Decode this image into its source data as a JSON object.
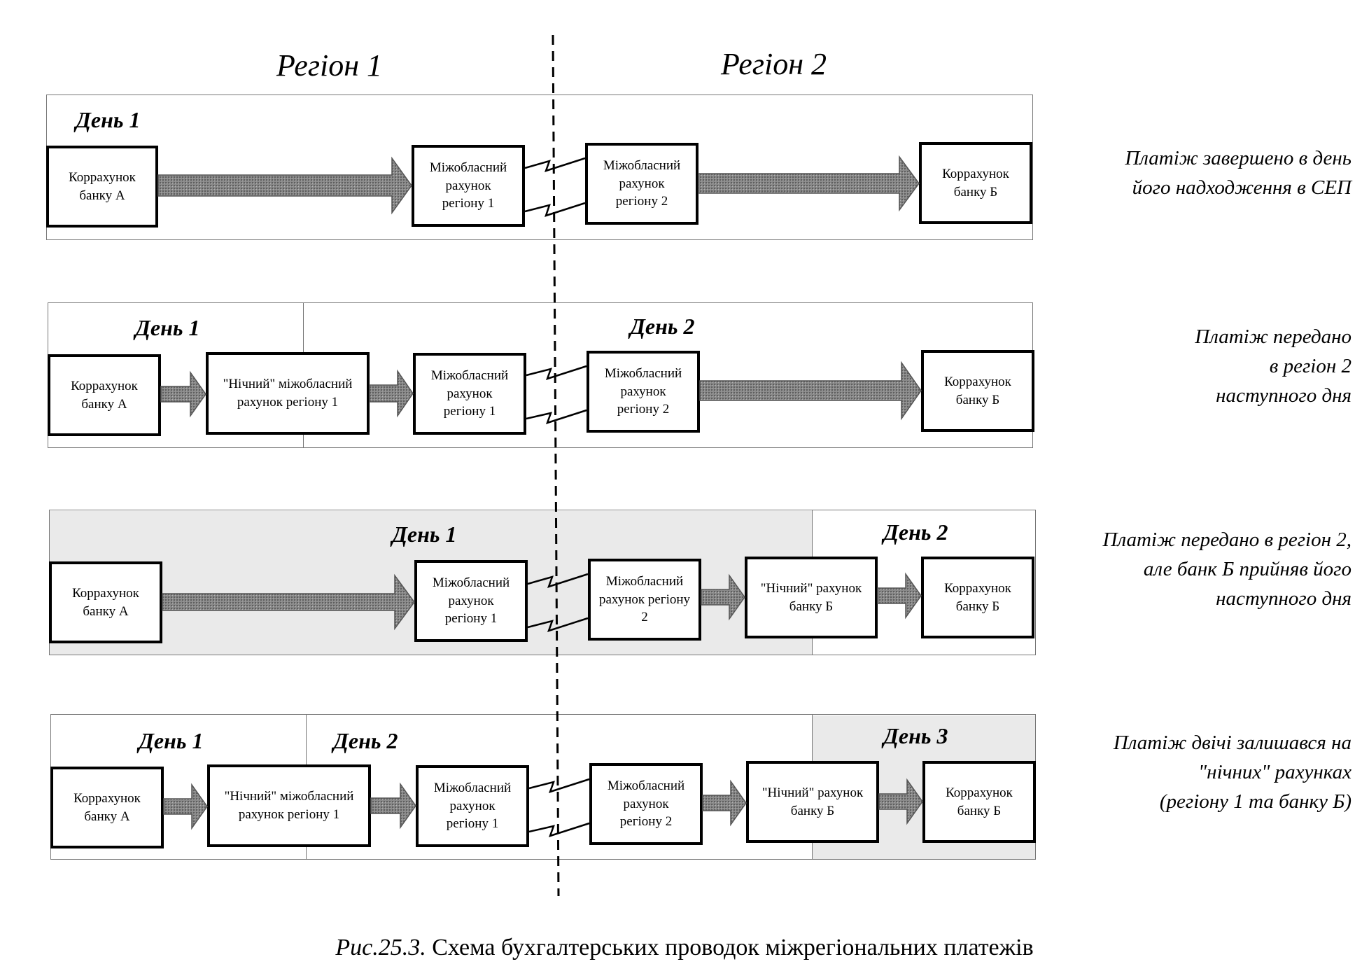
{
  "regions": {
    "left": "Регіон 1",
    "right": "Регіон 2"
  },
  "rows": [
    {
      "days": [
        "День 1"
      ],
      "boxes": [
        "Коррахунок\nбанку А",
        "Міжобласний\nрахунок\nрегіону 1",
        "Міжобласний\nрахунок\nрегіону 2",
        "Коррахунок\nбанку Б"
      ],
      "note": "Платіж завершено в день\nйого надходження в СЕП"
    },
    {
      "days": [
        "День 1",
        "День 2"
      ],
      "boxes": [
        "Коррахунок\nбанку А",
        "\"Нічний\" міжобласний\nрахунок регіону 1",
        "Міжобласний\nрахунок\nрегіону 1",
        "Міжобласний\nрахунок\nрегіону 2",
        "Коррахунок\nбанку  Б"
      ],
      "note": "Платіж передано\nв регіон 2\nнаступного дня"
    },
    {
      "days": [
        "День 1",
        "День 2"
      ],
      "boxes": [
        "Коррахунок\nбанку А",
        "Міжобласний\nрахунок\nрегіону 1",
        "Міжобласний\nрахунок регіону\n2",
        "\"Нічний\" рахунок\nбанку Б",
        "Коррахунок\nбанку  Б"
      ],
      "note": "Платіж передано в регіон 2,\nале банк Б прийняв його\nнаступного дня"
    },
    {
      "days": [
        "День 1",
        "День 2",
        "День 3"
      ],
      "boxes": [
        "Коррахунок\nбанку А",
        "\"Нічний\" міжобласний\nрахунок регіону 1",
        "Міжобласний\nрахунок\nрегіону 1",
        "Міжобласний\nрахунок\nрегіону 2",
        "\"Нічний\" рахунок\nбанку Б",
        "Коррахунок\nбанку  Б"
      ],
      "note": "Платіж двічі залишався на\n\"нічних\" рахунках\n(регіону 1 та банку Б)"
    }
  ],
  "caption": {
    "prefix": "Рис.25.3.",
    "text": "Схема бухгалтерських проводок міжрегіональних платежів"
  }
}
